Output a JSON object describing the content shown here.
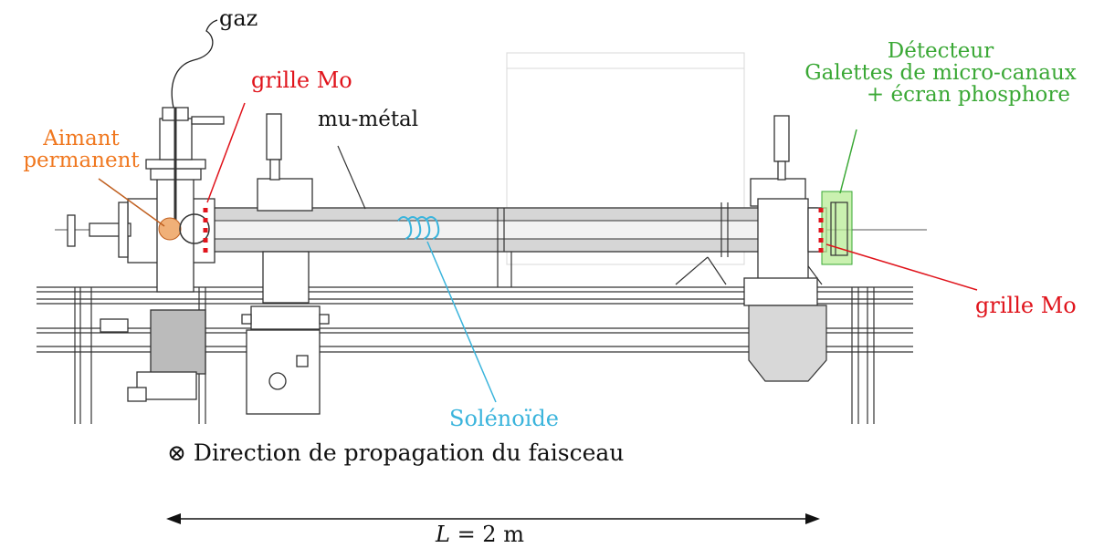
{
  "labels": {
    "gas": "gaz",
    "grid_mo_top": "grille Mo",
    "grid_mo_right": "grille Mo",
    "magnet_line1": "Aimant",
    "magnet_line2": "permanent",
    "mu_metal": "mu-métal",
    "detector_line1": "Détecteur",
    "detector_line2": "Galettes de micro-canaux",
    "detector_line3": "+ écran phosphore",
    "solenoid": "Solénoïde",
    "beam_direction_symbol": "⊗",
    "beam_direction": "Direction de propagation du faisceau",
    "length_var": "L",
    "length_value": " = 2 m"
  },
  "colors": {
    "grid": "#e0141c",
    "magnet": "#f07820",
    "detector": "#3aa835",
    "detector_fill": "#b8ec96",
    "solenoid": "#3ab4dc",
    "drawing": "#333333"
  }
}
